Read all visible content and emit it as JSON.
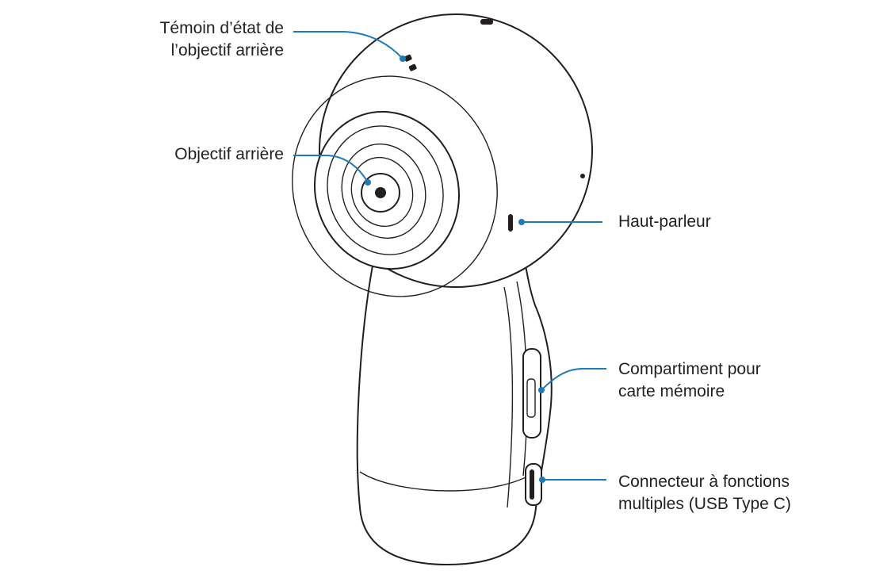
{
  "callouts": {
    "rear_led": {
      "lines": [
        "Témoin d’état de",
        "l’objectif arrière"
      ]
    },
    "rear_lens": {
      "lines": [
        "Objectif arrière"
      ]
    },
    "speaker": {
      "lines": [
        "Haut-parleur"
      ]
    },
    "memory_slot": {
      "lines": [
        "Compartiment pour",
        "carte mémoire"
      ]
    },
    "usb_port": {
      "lines": [
        "Connecteur à fonctions",
        "multiples (USB Type C)"
      ]
    }
  },
  "colors": {
    "leader": "#1f7ab8",
    "outline": "#231f20",
    "text": "#231f20"
  }
}
